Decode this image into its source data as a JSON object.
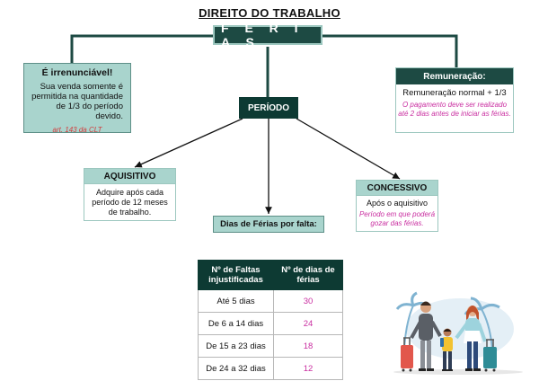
{
  "title": "DIREITO DO TRABALHO",
  "main": {
    "label": "F É R I A S"
  },
  "irrenunciavel": {
    "heading": "É irrenunciável!",
    "text": "Sua venda somente é permitida na quantidade de 1/3 do período devido.",
    "reference": "art. 143 da CLT"
  },
  "remuneracao": {
    "heading": "Remuneração:",
    "text": "Remuneração normal + 1/3",
    "note": "O pagamento deve ser realizado até 2 dias antes de iniciar as férias."
  },
  "periodo": {
    "label": "PERÍODO"
  },
  "aquisitivo": {
    "heading": "AQUISITIVO",
    "text": "Adquire após cada período de 12 meses de trabalho."
  },
  "concessivo": {
    "heading": "CONCESSIVO",
    "text": "Após o aquisitivo",
    "note": "Período em que poderá gozar das férias."
  },
  "dias_falta": {
    "label": "Dias de Férias por falta:"
  },
  "table": {
    "headers": [
      "Nº de Faltas injustificadas",
      "Nº de dias de férias"
    ],
    "rows": [
      {
        "faltas": "Até 5 dias",
        "dias": "30"
      },
      {
        "faltas": "De 6 a 14 dias",
        "dias": "24"
      },
      {
        "faltas": "De 15 a 23 dias",
        "dias": "18"
      },
      {
        "faltas": "De 24 a 32 dias",
        "dias": "12"
      }
    ]
  },
  "colors": {
    "dark_teal": "#1d4a43",
    "darker_teal": "#0d3a33",
    "light_teal": "#a9d4cd",
    "accent_magenta": "#c92ea0",
    "reference_red": "#d23a3a"
  },
  "illustration": {
    "icon": "family-travel-icon"
  }
}
